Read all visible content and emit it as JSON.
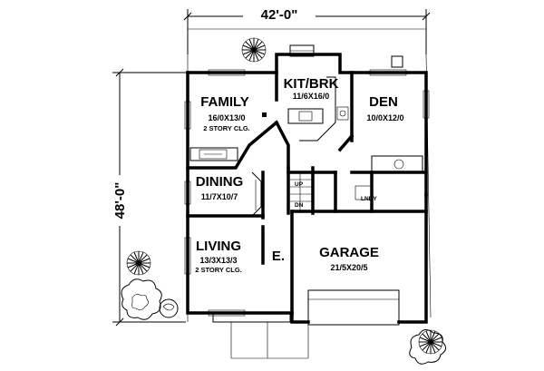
{
  "dimensions": {
    "width_label": "42'-0\"",
    "depth_label": "48'-0\""
  },
  "rooms": {
    "family": {
      "name": "FAMILY",
      "dims": "16/0X13/0",
      "note": "2 STORY CLG."
    },
    "kitchen": {
      "name": "KIT/BRK",
      "dims": "11/6X16/0"
    },
    "den": {
      "name": "DEN",
      "dims": "10/0X12/0"
    },
    "dining": {
      "name": "DINING",
      "dims": "11/7X10/7"
    },
    "living": {
      "name": "LIVING",
      "dims": "13/3X13/3",
      "note": "2 STORY CLG."
    },
    "entry": {
      "name": "E."
    },
    "garage": {
      "name": "GARAGE",
      "dims": "21/5X20/5"
    },
    "laundry": {
      "name": "LNDY"
    }
  },
  "stairs": {
    "up_label": "UP",
    "down_label": "DN"
  }
}
